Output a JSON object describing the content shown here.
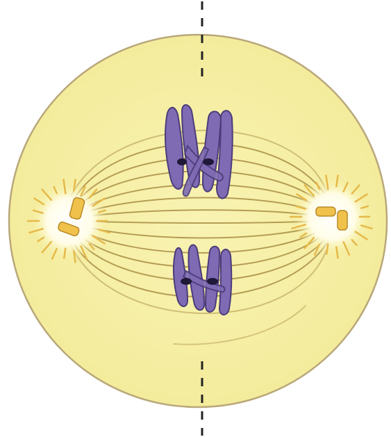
{
  "diagram": {
    "subject": "cell-division-metaphase",
    "colors": {
      "background": "#ffffff",
      "cytoplasm": "#f7f1a6",
      "cell_membrane": "#b9a87a",
      "spindle_fiber": "#a98f45",
      "aster_glow": "#fffce6",
      "aster_ray": "#e6b94a",
      "centriole": "#f0c24c",
      "centriole_outline": "#b98a26",
      "chromosome": "#7f6bb4",
      "chromosome_dark": "#4b3c7a",
      "centromere": "#1f1838",
      "equator_line": "#222222"
    },
    "icons": {
      "cell": "cell-outline",
      "spindle": "spindle-fibers",
      "left_pole": "aster-left",
      "right_pole": "aster-right",
      "top_chromosomes": "chromosome-pair-upper",
      "bottom_chromosomes": "chromosome-pair-lower",
      "equator": "metaphase-plate-dashed-line"
    }
  }
}
